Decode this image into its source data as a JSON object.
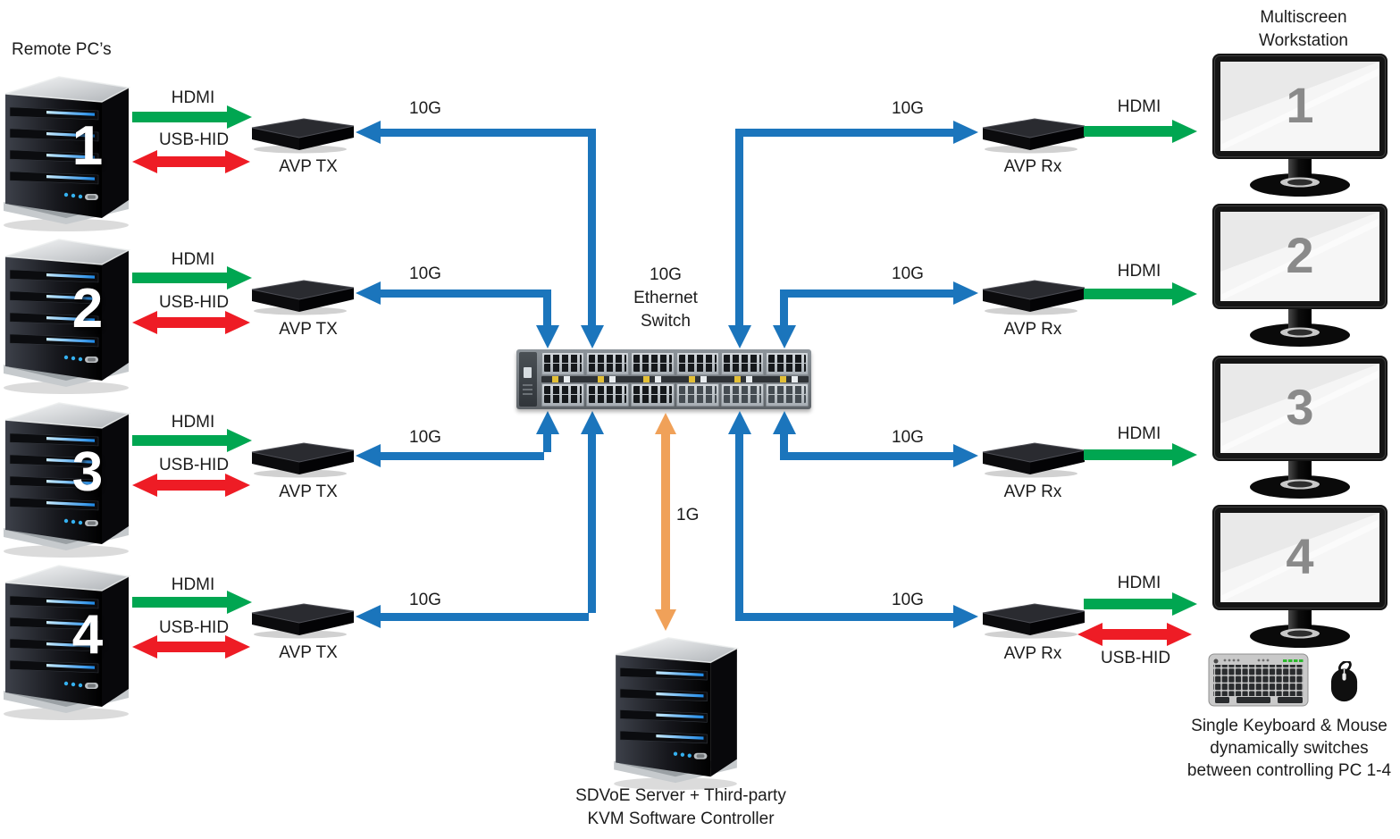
{
  "colors": {
    "blue": "#1B75BC",
    "green": "#00A651",
    "red": "#EE1C25",
    "orange": "#F0A159",
    "text": "#1C1C1C",
    "monitor_number_gray": "#8A8A8A"
  },
  "titles": {
    "remote_pcs": "Remote PC’s",
    "multiscreen_lines": [
      "Multiscreen",
      "Workstation"
    ]
  },
  "switch": {
    "label_lines": [
      "10G",
      "Ethernet",
      "Switch"
    ]
  },
  "uplink": {
    "label": "1G"
  },
  "server": {
    "label_lines": [
      "SDVoE Server + Third-party",
      "KVM Software Controller"
    ]
  },
  "kbm": {
    "lines": [
      "Single Keyboard & Mouse",
      "dynamically switches",
      "between controlling PC 1-4"
    ]
  },
  "left_rows": [
    {
      "pc_number": "1",
      "hdmi_label": "HDMI",
      "usb_label": "USB-HID",
      "device_label": "AVP TX",
      "link_label": "10G"
    },
    {
      "pc_number": "2",
      "hdmi_label": "HDMI",
      "usb_label": "USB-HID",
      "device_label": "AVP TX",
      "link_label": "10G"
    },
    {
      "pc_number": "3",
      "hdmi_label": "HDMI",
      "usb_label": "USB-HID",
      "device_label": "AVP TX",
      "link_label": "10G"
    },
    {
      "pc_number": "4",
      "hdmi_label": "HDMI",
      "usb_label": "USB-HID",
      "device_label": "AVP TX",
      "link_label": "10G"
    }
  ],
  "right_rows": [
    {
      "monitor_number": "1",
      "hdmi_label": "HDMI",
      "device_label": "AVP Rx",
      "link_label": "10G"
    },
    {
      "monitor_number": "2",
      "hdmi_label": "HDMI",
      "device_label": "AVP Rx",
      "link_label": "10G"
    },
    {
      "monitor_number": "3",
      "hdmi_label": "HDMI",
      "device_label": "AVP Rx",
      "link_label": "10G"
    },
    {
      "monitor_number": "4",
      "hdmi_label": "HDMI",
      "usb_label": "USB-HID",
      "device_label": "AVP Rx",
      "link_label": "10G"
    }
  ],
  "icons": {
    "pc": "server-tower-icon",
    "extender": "avp-extender-box-icon",
    "switch": "ethernet-switch-icon",
    "monitor": "monitor-icon",
    "server": "server-tower-icon",
    "keyboard": "keyboard-icon",
    "mouse": "mouse-icon"
  }
}
